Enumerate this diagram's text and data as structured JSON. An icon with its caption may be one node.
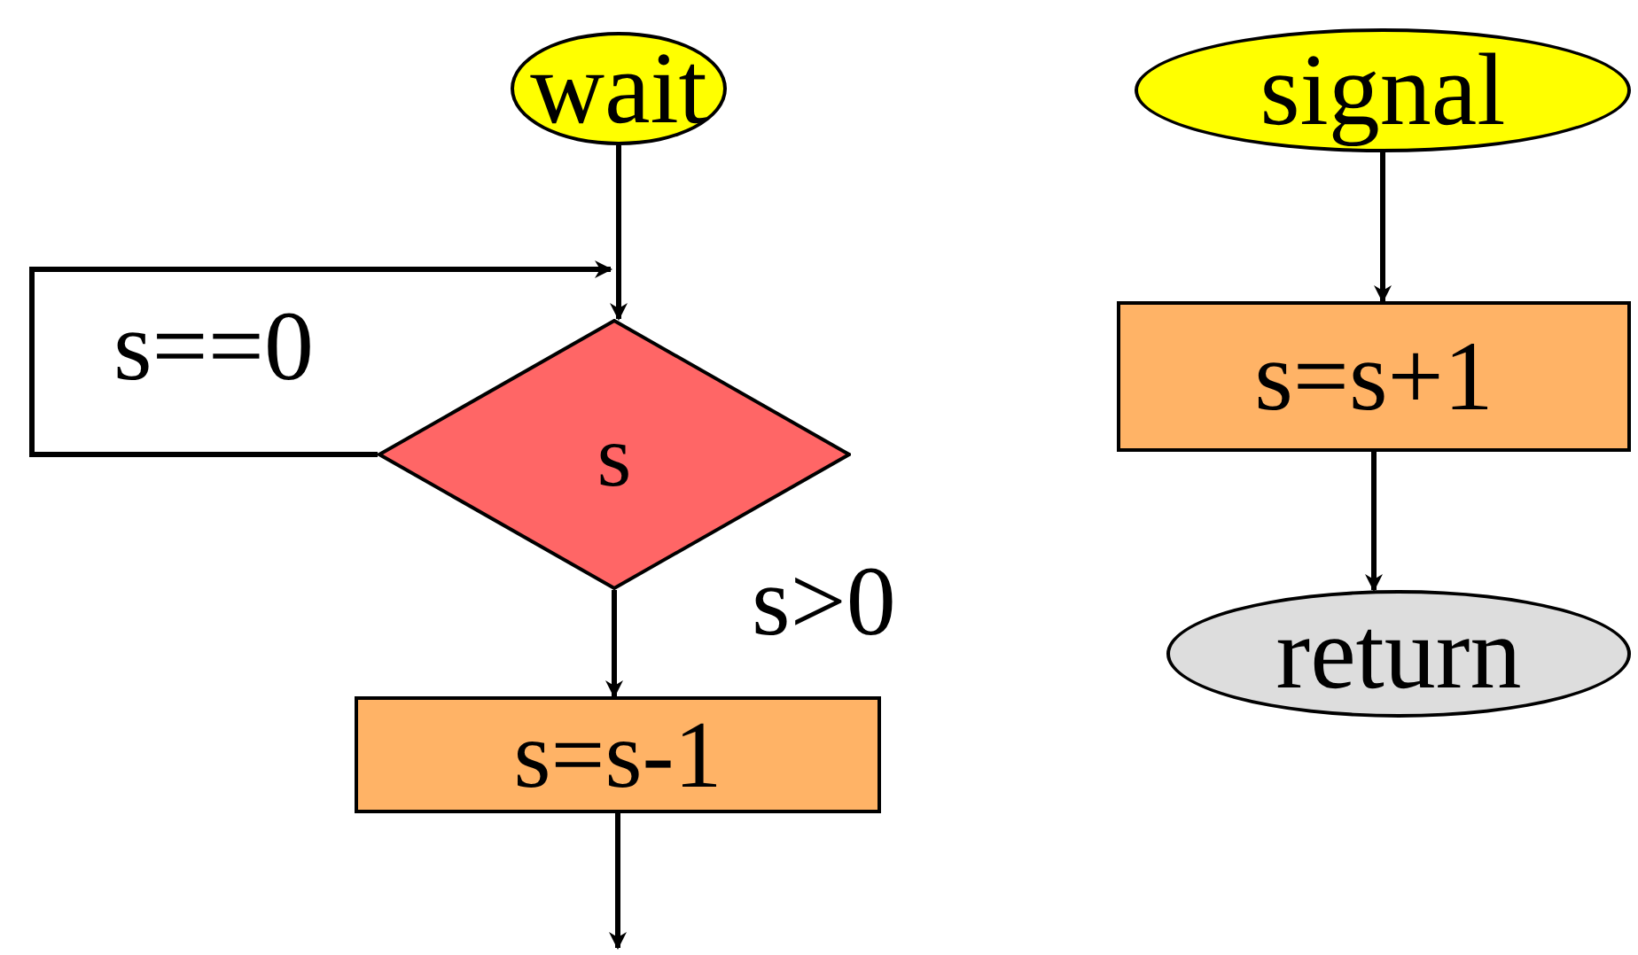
{
  "diagram": {
    "nodes": [
      {
        "text": [
          "wait"
        ]
      },
      {
        "text": [
          "s"
        ]
      },
      {
        "text": [
          "s=s-1"
        ]
      },
      {
        "text": [
          "signal"
        ]
      },
      {
        "text": [
          "s=s+1"
        ]
      },
      {
        "text": [
          "return"
        ]
      }
    ],
    "edges": [
      {
        "from": 0,
        "to": 1,
        "arrow": "to"
      },
      {
        "from": 1,
        "to": 1,
        "arrow": "to",
        "label": "s==0"
      },
      {
        "from": 1,
        "to": 2,
        "arrow": "to",
        "label": "s>0"
      },
      {
        "from": 2,
        "to": null,
        "arrow": "to"
      },
      {
        "from": 3,
        "to": 4,
        "arrow": "to"
      },
      {
        "from": 4,
        "to": 5,
        "arrow": "to"
      }
    ]
  }
}
